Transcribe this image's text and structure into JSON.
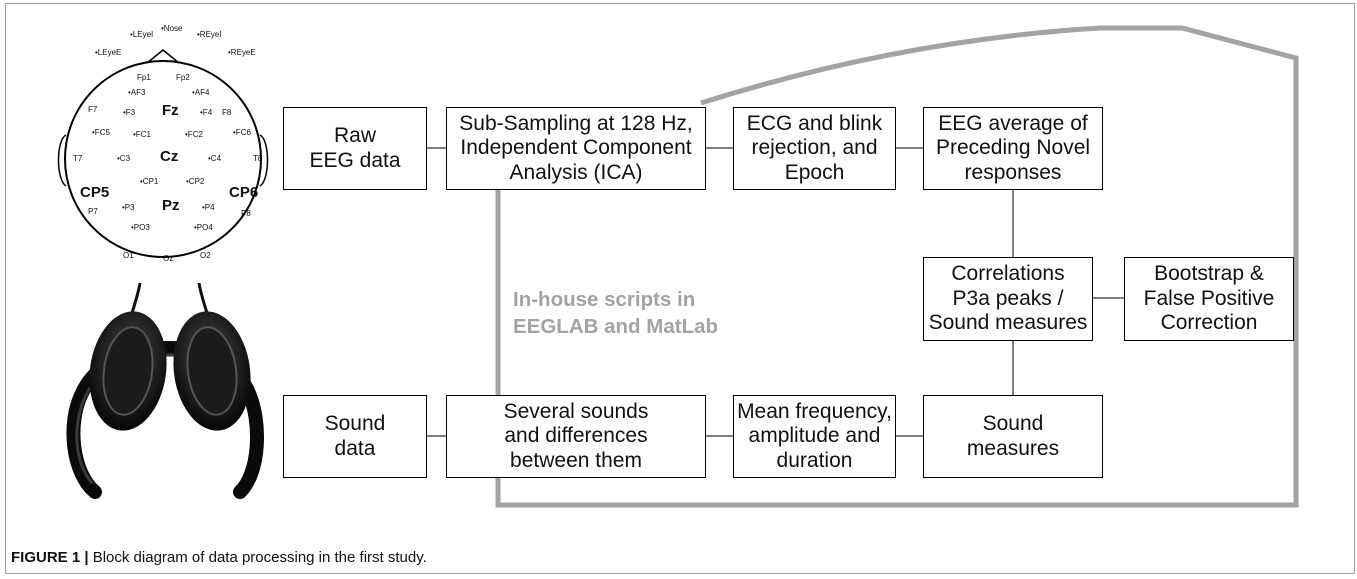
{
  "figure": {
    "caption_label": "FIGURE 1 |",
    "caption_text": " Block diagram of data processing in the first study."
  },
  "diagram": {
    "boxes": {
      "raw_eeg": "Raw\nEEG data",
      "subsampling": "Sub-Sampling at 128 Hz,\nIndependent Component\nAnalysis (ICA)",
      "ecg_blink": "ECG and blink\nrejection, and\nEpoch",
      "eeg_average": "EEG average of\nPreceding Novel\nresponses",
      "correlations": "Correlations\nP3a peaks /\nSound measures",
      "bootstrap": "Bootstrap &\nFalse Positive\nCorrection",
      "sound_data": "Sound\ndata",
      "several_sounds": "Several sounds\nand differences\nbetween them",
      "mean_frequency": "Mean frequency,\namplitude and\nduration",
      "sound_measures": "Sound\nmeasures"
    },
    "inhouse_label": "In-house scripts in\nEEGLAB and MatLab",
    "inhouse_color": "#a3a3a3"
  },
  "electrode_map": {
    "large": [
      "Fz",
      "Cz",
      "Pz",
      "CP5",
      "CP6"
    ],
    "small": [
      "LEyeI",
      "Nose",
      "REyeI",
      "LEyeE",
      "REyeE",
      "Fp1",
      "Fp2",
      "AF3",
      "AF4",
      "F7",
      "F3",
      "F4",
      "F8",
      "FC5",
      "FC1",
      "FC2",
      "FC6",
      "T7",
      "C3",
      "C4",
      "T8",
      "CP1",
      "CP2",
      "P7",
      "P3",
      "P4",
      "P8",
      "PO3",
      "PO4",
      "O1",
      "Oz",
      "O2"
    ]
  },
  "icons": {
    "headphones": "headphones-icon",
    "head": "eeg-electrode-map-icon"
  }
}
